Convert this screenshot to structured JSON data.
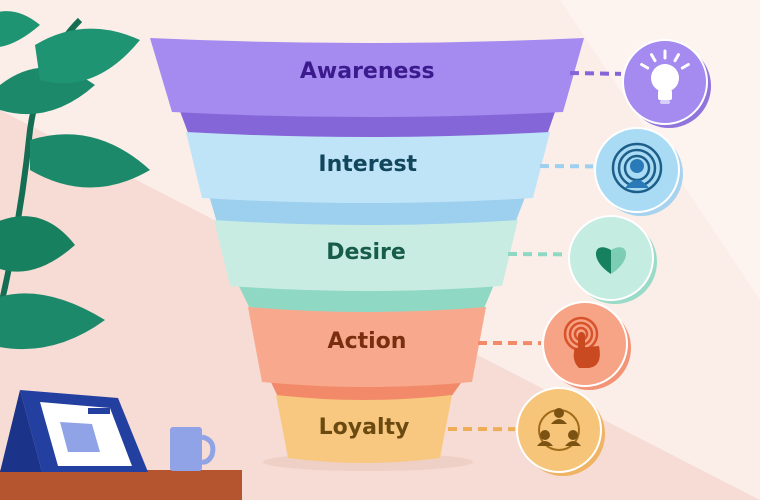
{
  "funnel": {
    "stages": [
      {
        "label": "Awareness",
        "icon": "lightbulb-icon",
        "fill": "#a58af0",
        "band": "#8566d8",
        "text_color": "#3a1a8c",
        "icon_bg": "#a58af0"
      },
      {
        "label": "Interest",
        "icon": "broadcast-person-icon",
        "fill": "#bfe4f8",
        "band": "#9dcfee",
        "text_color": "#12465c",
        "icon_bg": "#a9dcf4"
      },
      {
        "label": "Desire",
        "icon": "heart-icon",
        "fill": "#c9ece2",
        "band": "#8fd8c4",
        "text_color": "#175c48",
        "icon_bg": "#c4ece0"
      },
      {
        "label": "Action",
        "icon": "tap-hand-icon",
        "fill": "#f8a88c",
        "band": "#f28a6a",
        "text_color": "#7a2e10",
        "icon_bg": "#f7a386"
      },
      {
        "label": "Loyalty",
        "icon": "community-icon",
        "fill": "#f8c880",
        "band": "#eeae58",
        "text_color": "#6b4a12",
        "icon_bg": "#f7c57a"
      }
    ]
  },
  "colors": {
    "background": "#fbeee9",
    "background_shade": "#f6dcd4",
    "leaf": "#1c8a6a",
    "desk": "#b5552f",
    "laptop": "#2340a0",
    "mug": "#8fa3e6"
  }
}
